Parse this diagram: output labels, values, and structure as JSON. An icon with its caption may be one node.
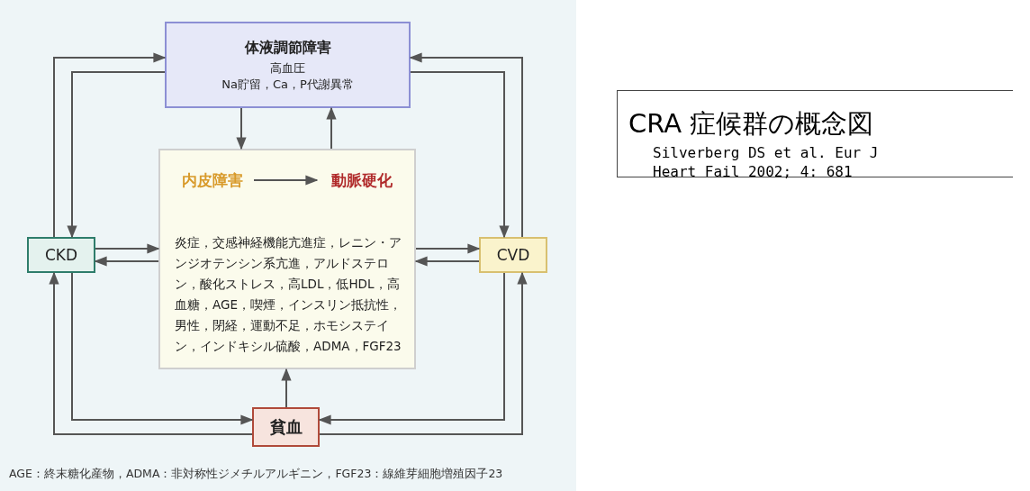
{
  "diagram": {
    "title": "CRA 症候群の概念図",
    "nodes": [
      {
        "text": [
          "体液調節障害",
          "高血圧",
          "Na貯留，Ca，P代謝異常"
        ]
      },
      {
        "text": [
          "炎症，交感神経機能亢進症，レニン・アンジオテンシン系亢進，アルドステロン，酸化ストレス，高LDL，低HDL，高血糖，AGE，喫煙，インスリン抵抗性，男性，閉経，運動不足，ホモシステイン，インドキシル硫酸，ADMA，FGF23"
        ]
      },
      {
        "text": [
          "内皮障害"
        ],
        "in": 1
      },
      {
        "text": [
          "動脈硬化"
        ],
        "in": 1
      },
      {
        "text": [
          "CKD"
        ]
      },
      {
        "text": [
          "CVD"
        ]
      },
      {
        "text": [
          "貧血"
        ]
      }
    ],
    "edges": [
      {
        "from": 4,
        "to": 0,
        "arrow": "to"
      },
      {
        "from": 0,
        "to": 4,
        "arrow": "to"
      },
      {
        "from": 5,
        "to": 0,
        "arrow": "to"
      },
      {
        "from": 0,
        "to": 5,
        "arrow": "to"
      },
      {
        "from": 0,
        "to": 1,
        "arrow": "to"
      },
      {
        "from": 1,
        "to": 0,
        "arrow": "to"
      },
      {
        "from": 2,
        "to": 3,
        "arrow": "to"
      },
      {
        "from": 4,
        "to": 1,
        "arrow": "to"
      },
      {
        "from": 1,
        "to": 4,
        "arrow": "to"
      },
      {
        "from": 1,
        "to": 5,
        "arrow": "to"
      },
      {
        "from": 5,
        "to": 1,
        "arrow": "to"
      },
      {
        "from": 6,
        "to": 1,
        "arrow": "to"
      },
      {
        "from": 4,
        "to": 6,
        "arrow": "to"
      },
      {
        "from": 6,
        "to": 4,
        "arrow": "to"
      },
      {
        "from": 5,
        "to": 6,
        "arrow": "to"
      },
      {
        "from": 6,
        "to": 5,
        "arrow": "to"
      }
    ],
    "labels": [
      "Silverberg DS et al. Eur J Heart Fail 2002; 4: 681",
      "AGE：終末糖化産物，ADMA：非対称性ジメチルアルギニン，FGF23：線維芽細胞増殖因子23"
    ]
  }
}
